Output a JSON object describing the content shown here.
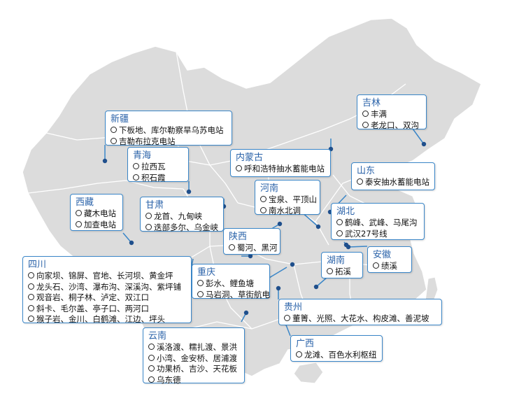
{
  "colors": {
    "land": "#dcdcdc",
    "border": "#ffffff",
    "callout_border": "#3a86c8",
    "title": "#2b63a9",
    "leader": "#3a86c8",
    "dot": "#1f4f8c"
  },
  "regions": [
    {
      "id": "xinjiang",
      "name": "新疆",
      "items": [
        "下板地、库尔勒察旱乌苏电站",
        "吉勒布拉克电站"
      ]
    },
    {
      "id": "qinghai",
      "name": "青海",
      "items": [
        "拉西瓦",
        "积石霞"
      ]
    },
    {
      "id": "xizang",
      "name": "西藏",
      "items": [
        "藏木电站",
        "加查电站"
      ]
    },
    {
      "id": "gansu",
      "name": "甘肃",
      "items": [
        "龙首、九甸峡",
        "迭部多尔、乌金峡"
      ]
    },
    {
      "id": "neimenggu",
      "name": "内蒙古",
      "items": [
        "呼和浩特抽水蓄能电站"
      ]
    },
    {
      "id": "jilin",
      "name": "吉林",
      "items": [
        "丰满",
        "老龙口、双沟"
      ]
    },
    {
      "id": "henan",
      "name": "河南",
      "items": [
        "宝泉、平顶山",
        "南水北调"
      ]
    },
    {
      "id": "shandong",
      "name": "山东",
      "items": [
        "泰安抽水蓄能电站"
      ]
    },
    {
      "id": "hubei",
      "name": "湖北",
      "items": [
        "鹤峰、武峰、马尾沟",
        "武汉27号线"
      ]
    },
    {
      "id": "shaanxi",
      "name": "陕西",
      "items": [
        "蜀河、黑河"
      ]
    },
    {
      "id": "anhui",
      "name": "安徽",
      "items": [
        "绩溪"
      ]
    },
    {
      "id": "hunan",
      "name": "湖南",
      "items": [
        "拓溪"
      ]
    },
    {
      "id": "sichuan",
      "name": "四川",
      "items": [
        "向家坝、锦屏、官地、长河坝、黄金坪",
        "龙头石、沙湾、瀑布沟、深溪沟、紫坪铺",
        "观音岩、桐子林、泸定、双江口",
        "斜卡、毛尔盖、亭子口、两河口",
        "猴子岩、金川、白鹤滩、江边、坪头"
      ]
    },
    {
      "id": "chongqing",
      "name": "重庆",
      "items": [
        "彭水、鲤鱼塘",
        "马岩洞、草街航电"
      ]
    },
    {
      "id": "guizhou",
      "name": "贵州",
      "items": [
        "董箐、光照、大花水、构皮滩、善泥坡"
      ]
    },
    {
      "id": "guangxi",
      "name": "广西",
      "items": [
        "龙滩、百色水利枢纽"
      ]
    },
    {
      "id": "yunnan",
      "name": "云南",
      "items": [
        "溪洛渡、糯扎渡、景洪",
        "小湾、金安桥、居浦渡",
        "功果桥、吉沙、天花板",
        "乌东德"
      ]
    }
  ]
}
